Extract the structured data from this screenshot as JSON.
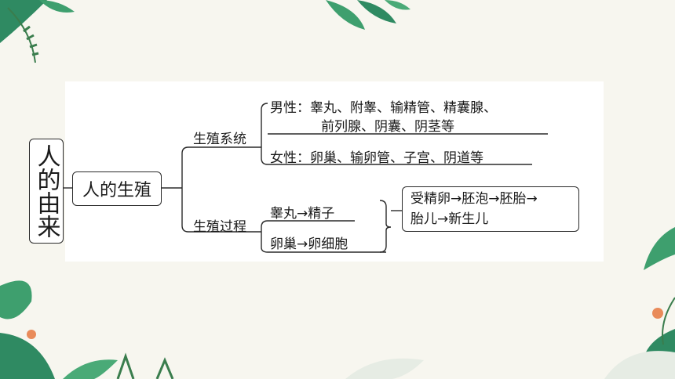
{
  "root": "人的由来",
  "topic": "人的生殖",
  "branches": [
    {
      "label": "生殖系统",
      "items": [
        [
          "男性：睾丸、附睾、输精管、精囊腺、",
          "前列腺、阴囊、阴茎等"
        ],
        [
          "女性：卵巢、输卵管、子宫、阴道等"
        ]
      ]
    },
    {
      "label": "生殖过程",
      "items": [
        [
          "睾丸→精子"
        ],
        [
          "卵巢→卵细胞"
        ]
      ],
      "result": [
        "受精卵→胚泡→胚胎→",
        "胎儿→新生儿"
      ]
    }
  ]
}
